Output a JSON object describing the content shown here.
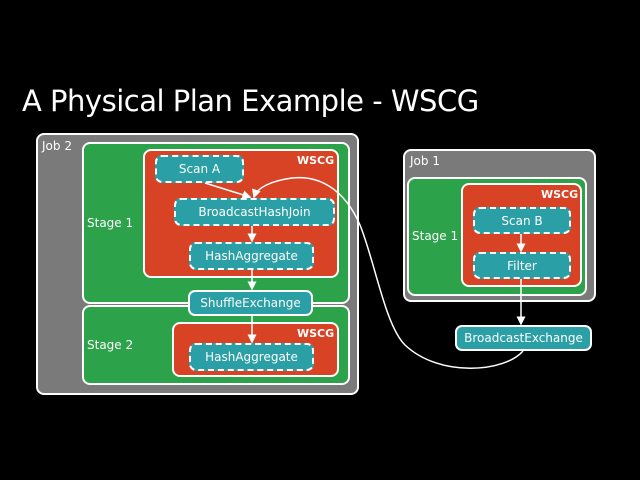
{
  "title": "A Physical Plan Example - WSCG",
  "job2": {
    "label": "Job 2",
    "stage1": {
      "label": "Stage 1",
      "wscg_label": "WSCG",
      "ops": [
        "Scan A",
        "BroadcastHashJoin",
        "HashAggregate"
      ]
    },
    "exchange": "ShuffleExchange",
    "stage2": {
      "label": "Stage 2",
      "wscg_label": "WSCG",
      "ops": [
        "HashAggregate"
      ]
    }
  },
  "job1": {
    "label": "Job 1",
    "stage1": {
      "label": "Stage 1",
      "wscg_label": "WSCG",
      "ops": [
        "Scan B",
        "Filter"
      ]
    },
    "exchange": "BroadcastExchange"
  }
}
